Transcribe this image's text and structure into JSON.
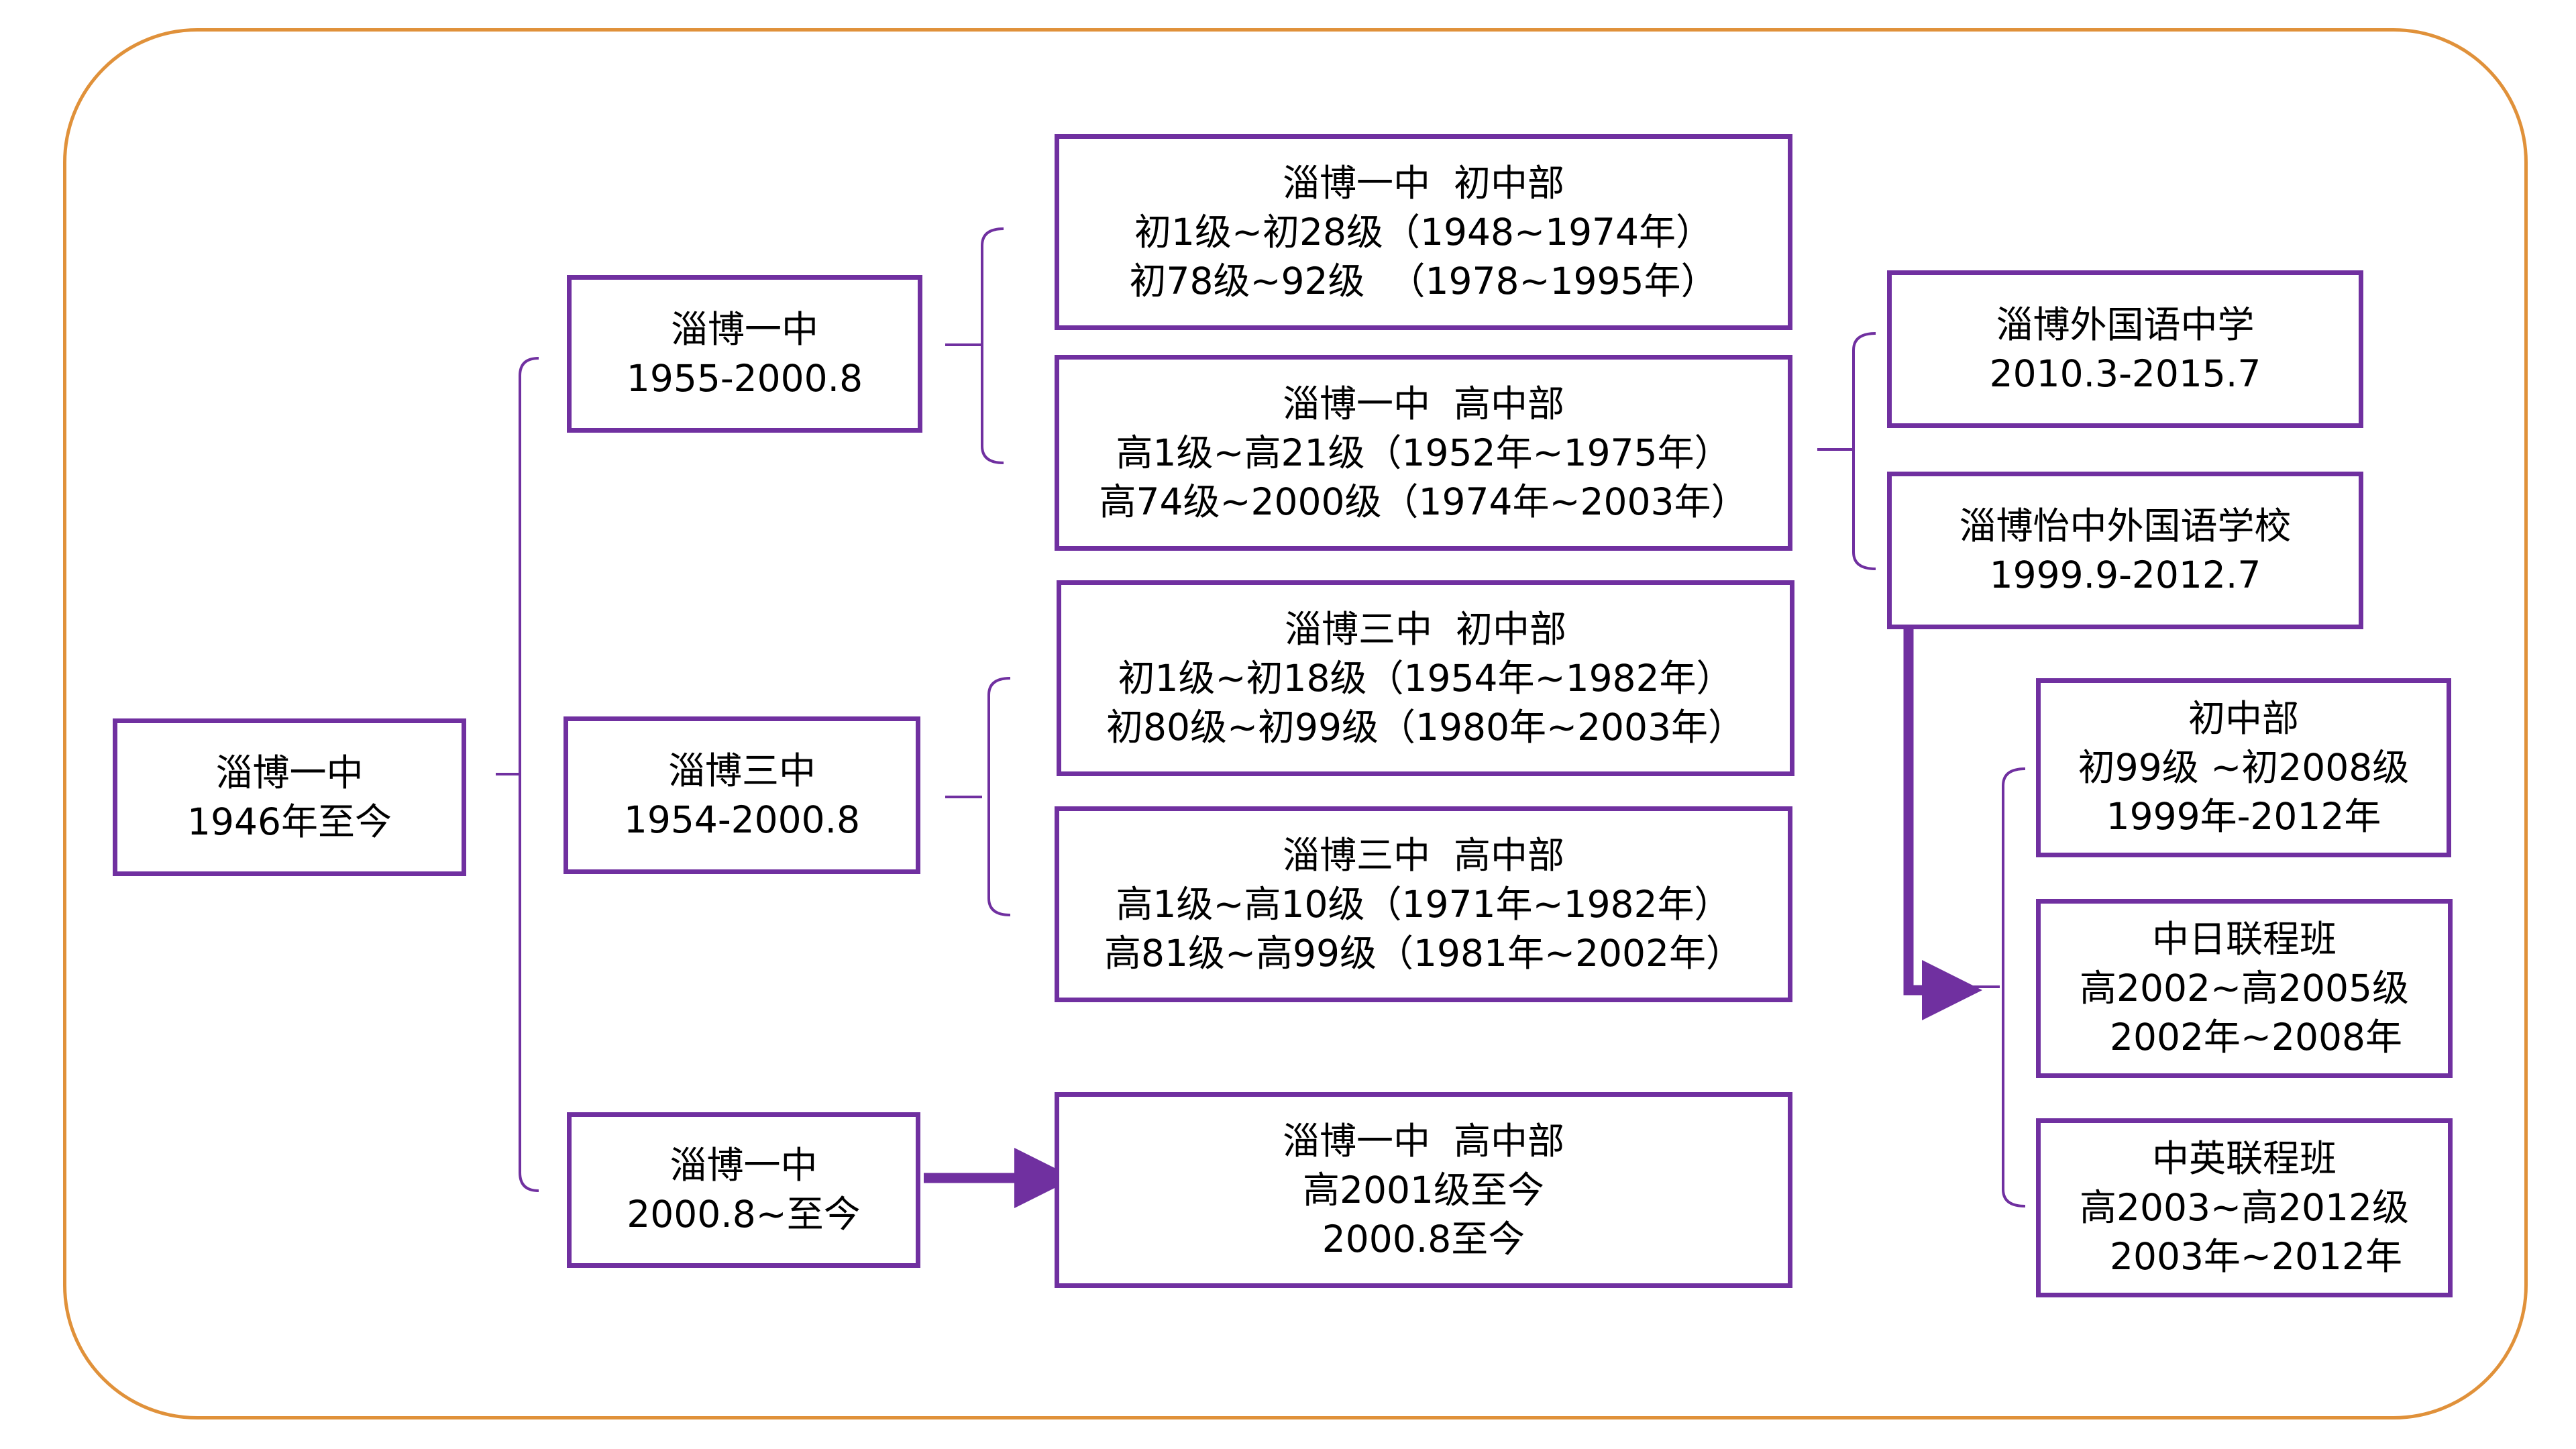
{
  "colors": {
    "frame": "#e0913a",
    "box_border": "#7030a0",
    "line": "#7030a0"
  },
  "nodes": [
    {
      "id": "root",
      "lines": [
        "淄博一中",
        "1946年至今"
      ]
    },
    {
      "id": "zb1-old",
      "lines": [
        "淄博一中",
        "1955-2000.8"
      ]
    },
    {
      "id": "zb3",
      "lines": [
        "淄博三中",
        "1954-2000.8"
      ]
    },
    {
      "id": "zb1-new",
      "lines": [
        "淄博一中",
        "2000.8~至今"
      ]
    },
    {
      "id": "zb1-junior",
      "lines": [
        "淄博一中  初中部",
        "初1级~初28级（1948~1974年）",
        "初78级~92级  （1978~1995年）"
      ]
    },
    {
      "id": "zb1-senior",
      "lines": [
        "淄博一中  高中部",
        "高1级~高21级（1952年~1975年）",
        "高74级~2000级（1974年~2003年）"
      ]
    },
    {
      "id": "zb3-junior",
      "lines": [
        "淄博三中  初中部",
        "初1级~初18级（1954年~1982年）",
        "初80级~初99级（1980年~2003年）"
      ]
    },
    {
      "id": "zb3-senior",
      "lines": [
        "淄博三中  高中部",
        "高1级~高10级（1971年~1982年）",
        "高81级~高99级（1981年~2002年）"
      ]
    },
    {
      "id": "zb1-senior-now",
      "lines": [
        "淄博一中  高中部",
        "高2001级至今",
        "2000.8至今"
      ]
    },
    {
      "id": "foreign-language-school",
      "lines": [
        "淄博外国语中学",
        "2010.3-2015.7"
      ]
    },
    {
      "id": "yizhong-foreign-language-school",
      "lines": [
        "淄博怡中外国语学校",
        "1999.9-2012.7"
      ]
    },
    {
      "id": "yizhong-junior",
      "lines": [
        "初中部",
        "初99级 ~初2008级",
        "1999年-2012年"
      ]
    },
    {
      "id": "sino-japanese-class",
      "lines": [
        "中日联程班",
        "高2002~高2005级",
        "  2002年~2008年"
      ]
    },
    {
      "id": "sino-british-class",
      "lines": [
        "中英联程班",
        "高2003~高2012级",
        "  2003年~2012年"
      ]
    }
  ]
}
